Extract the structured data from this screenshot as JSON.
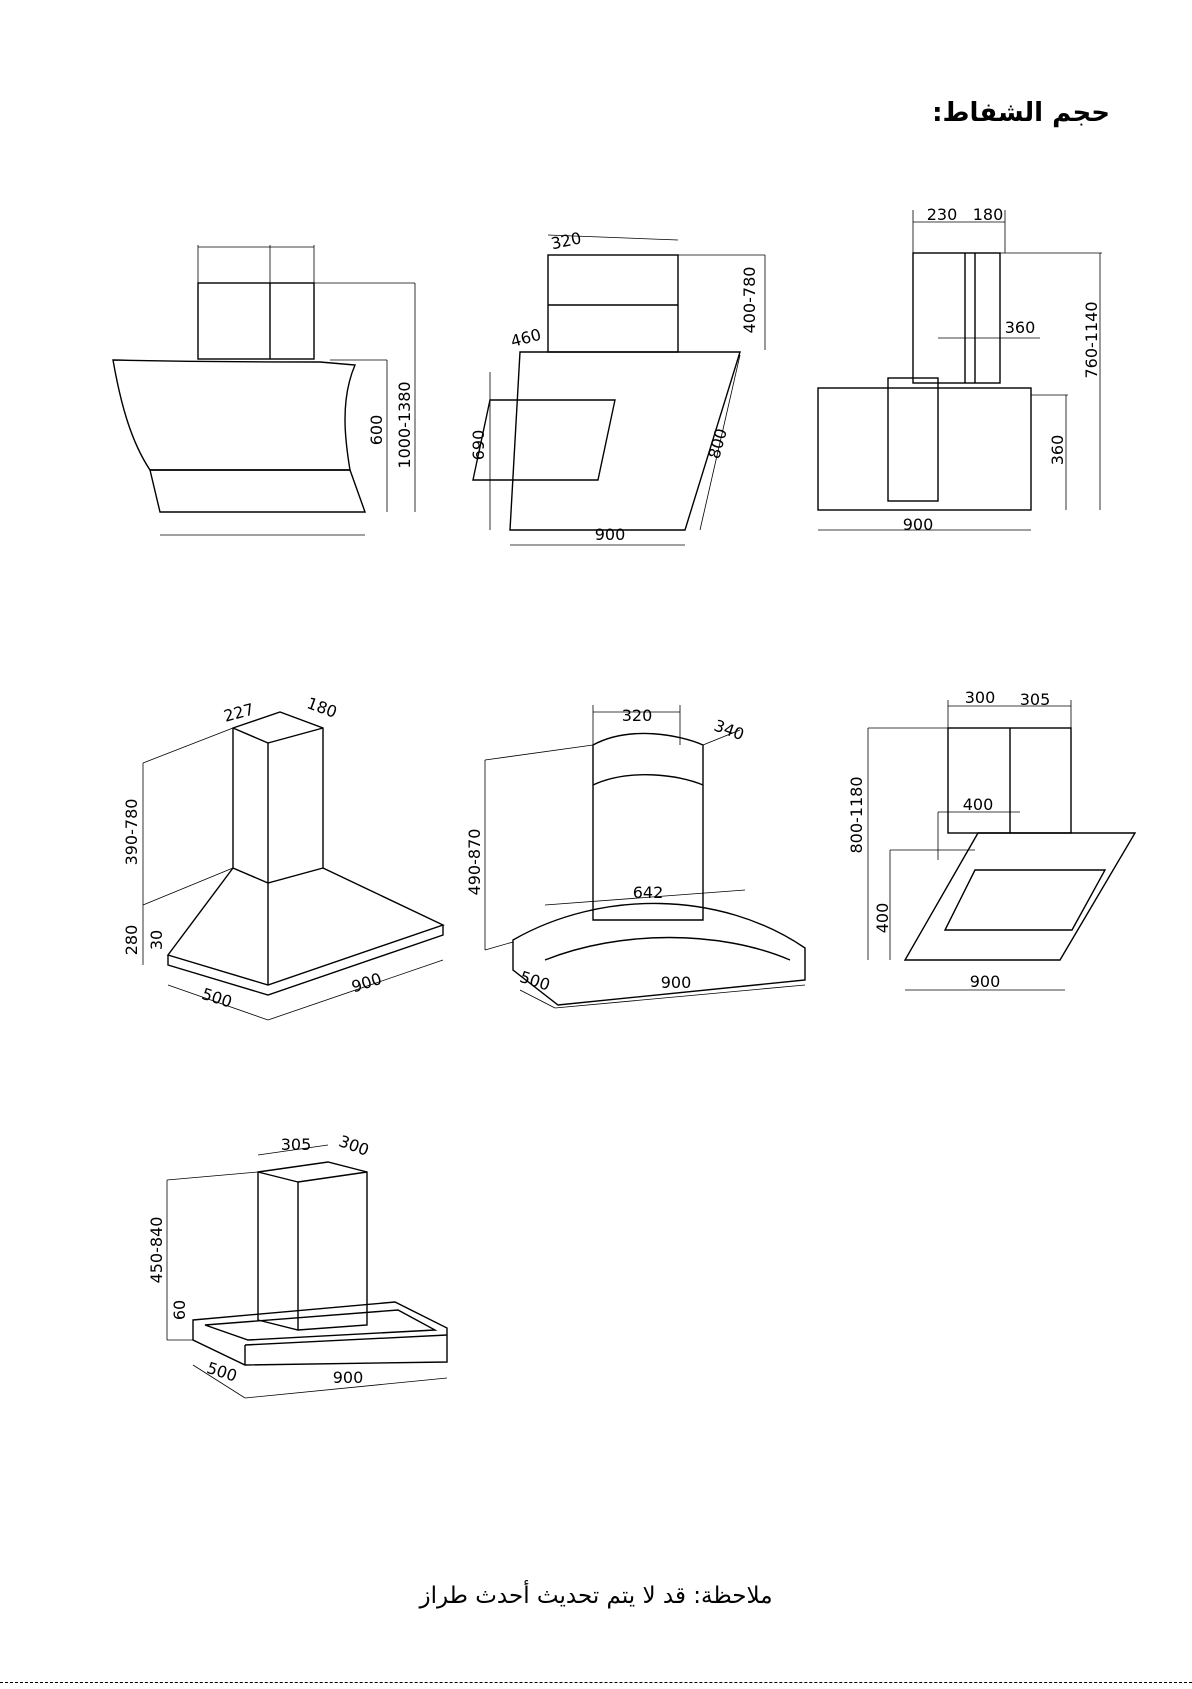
{
  "title": "حجم الشفاط:",
  "note": "ملاحظة: قد لا يتم تحديث أحدث طراز",
  "drawings": {
    "d1": {
      "h_total": "1000-1380",
      "h_body": "600"
    },
    "d2": {
      "depth": "320",
      "chimney": "400-780",
      "top": "460",
      "height": "690",
      "diag": "800",
      "width": "900"
    },
    "d3": {
      "w1": "230",
      "w2": "180",
      "h_total": "760-1140",
      "inner": "360",
      "h_body": "360",
      "width": "900"
    },
    "d4": {
      "w1": "227",
      "w2": "180",
      "chimney": "390-780",
      "hood": "280",
      "rim": "30",
      "depth": "500",
      "width": "900"
    },
    "d5": {
      "w1": "320",
      "w2": "340",
      "chimney": "490-870",
      "glass": "642",
      "depth": "500",
      "width": "900"
    },
    "d6": {
      "w1": "300",
      "w2": "305",
      "h_total": "800-1180",
      "inner": "400",
      "h_body": "400",
      "width": "900"
    },
    "d7": {
      "w1": "305",
      "w2": "300",
      "chimney": "450-840",
      "rim": "60",
      "depth": "500",
      "width": "900"
    }
  }
}
